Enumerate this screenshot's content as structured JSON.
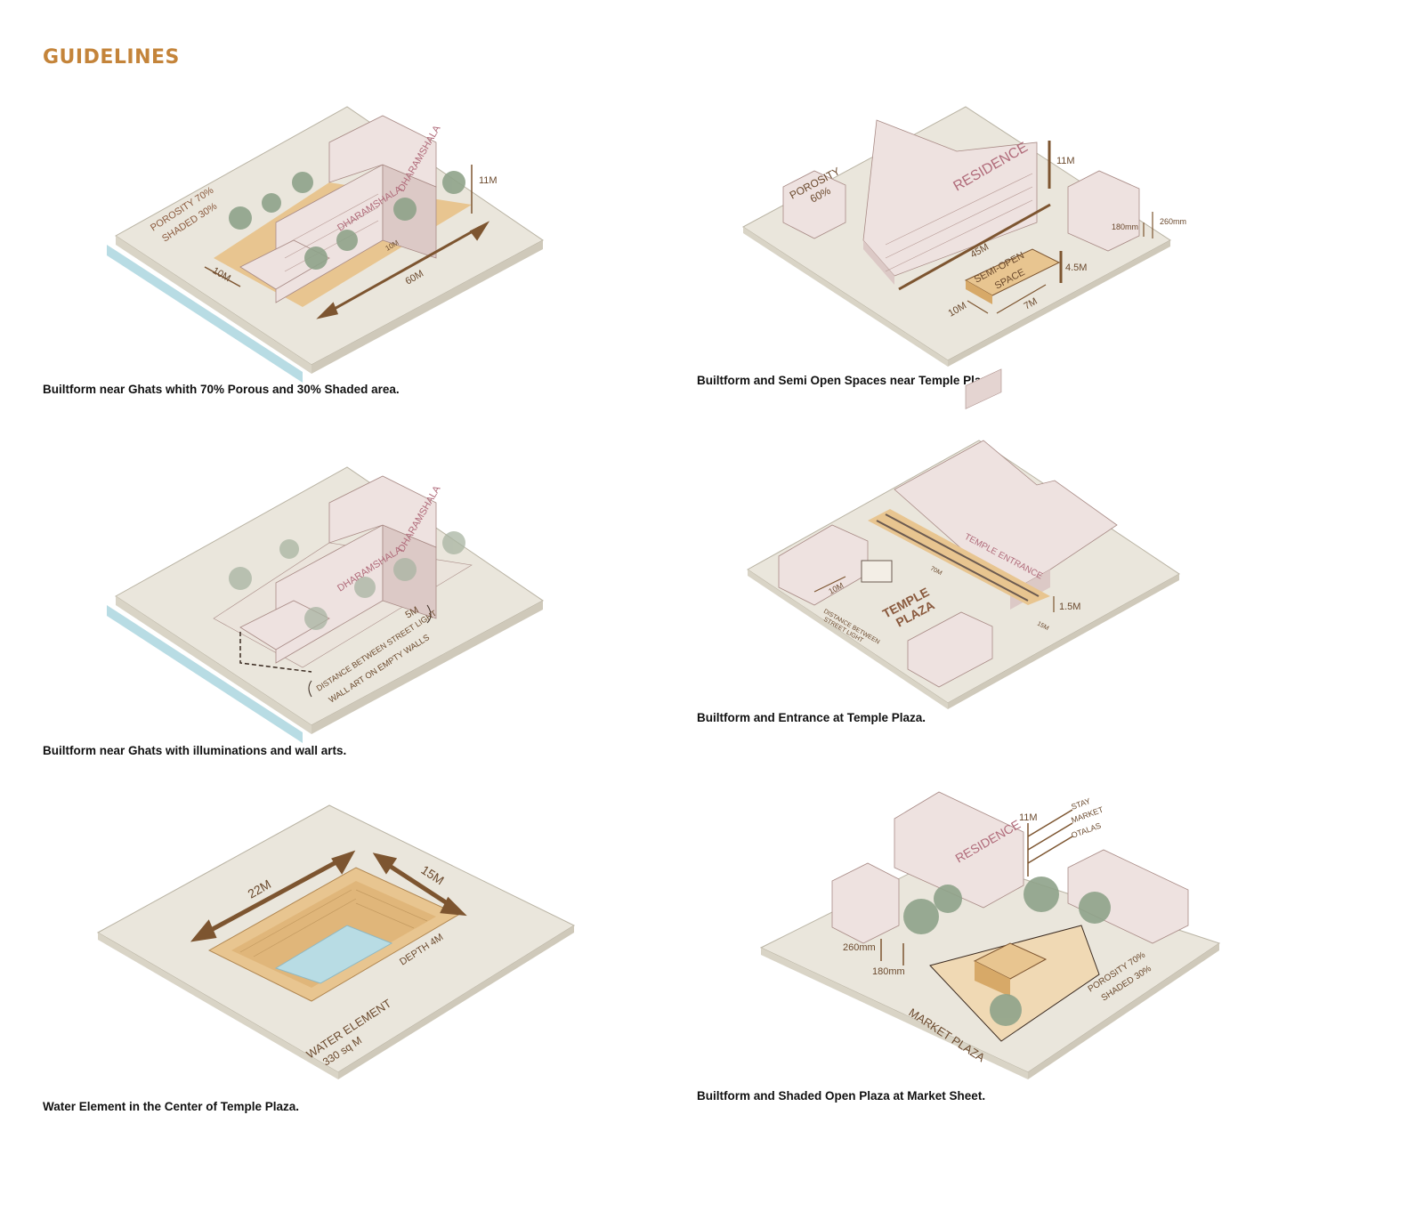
{
  "page": {
    "title": "GUIDELINES"
  },
  "colors": {
    "accent": "#c4843a",
    "base_top": "#eae6dc",
    "base_side": "#d9d4c6",
    "building": "#eee2e0",
    "building_side": "#dcc9c6",
    "paving": "#e8c590",
    "arrow": "#7d5530",
    "water": "#b8dce4",
    "tree": "#8fa38a"
  },
  "panels": [
    {
      "caption": "Builtform near Ghats whith 70% Porous and 30% Shaded area.",
      "labels": {
        "porosity": "POROSITY 70%",
        "shaded": "SHADED 30%",
        "building_a": "DHARAMSHALA",
        "building_b": "DHARAMSHALA",
        "height": "11M",
        "length": "60M",
        "width": "10M",
        "gap": "10M"
      }
    },
    {
      "caption": "Builtform and Semi Open Spaces near Temple Plaza",
      "labels": {
        "porosity": "POROSITY",
        "porosity_value": "60%",
        "residence": "RESIDENCE",
        "height": "11M",
        "length": "45M",
        "semi_open_a": "SEMI-OPEN",
        "semi_open_b": "SPACE",
        "semi_height": "4.5M",
        "semi_width": "10M",
        "semi_length": "7M",
        "plinth_a": "260mm",
        "plinth_b": "180mm"
      }
    },
    {
      "caption": "Builtform near Ghats with illuminations and wall arts.",
      "labels": {
        "building_a": "DHARAMSHALA",
        "building_b": "DHARAMSHALA",
        "spacing": "5M",
        "note_a": "DISTANCE BETWEEN STREET LIGHT",
        "note_b": "WALL ART ON EMPTY WALLS"
      }
    },
    {
      "caption": "Builtform and Entrance at Temple Plaza.",
      "labels": {
        "entrance": "TEMPLE ENTRANCE",
        "plaza_a": "TEMPLE",
        "plaza_b": "PLAZA",
        "dist": "10M",
        "note_a": "DISTANCE BETWEEN",
        "note_b": "STREET LIGHT",
        "height": "1.5M",
        "depth": "15M",
        "span": "70M"
      }
    },
    {
      "caption": "Water Element in the Center of Temple Plaza.",
      "labels": {
        "length": "22M",
        "width": "15M",
        "depth": "DEPTH 4M",
        "element": "WATER ELEMENT",
        "area": "330 sq M"
      }
    },
    {
      "caption": "Builtform and Shaded Open Plaza at Market Sheet.",
      "labels": {
        "residence": "RESIDENCE",
        "height": "11M",
        "stay": "STAY",
        "market": "MARKET",
        "otalas": "OTALAS",
        "plinth_a": "260mm",
        "plinth_b": "180mm",
        "porosity": "POROSITY 70%",
        "shaded": "SHADED 30%",
        "plaza": "MARKET PLAZA"
      }
    }
  ]
}
